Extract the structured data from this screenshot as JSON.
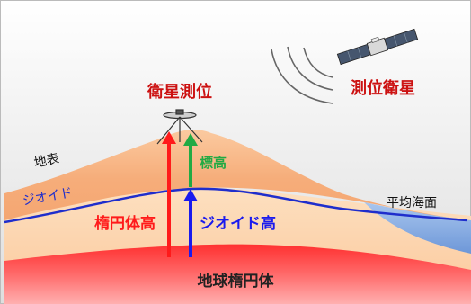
{
  "labels": {
    "satellite_positioning": "衛星測位",
    "positioning_satellite": "測位衛星",
    "ground_surface": "地表",
    "geoid_curve": "ジオイド",
    "mean_sea_level": "平均海面",
    "ellipsoidal_height": "楕円体高",
    "geoid_height": "ジオイド高",
    "orthometric_height": "標高",
    "earth_ellipsoid": "地球楕円体"
  },
  "colors": {
    "ellipsoidal_height": "#ff1a1a",
    "geoid_height": "#1a1aee",
    "orthometric_height": "#22aa44",
    "title_red": "#cc1111",
    "geoid_line": "#1f2ecc",
    "ellipsoid": "#ff2a2a",
    "sea": "#8fb4e8"
  },
  "icons": {
    "satellite": "satellite-icon",
    "receiver": "gnss-receiver-tripod-icon",
    "signal": "radio-wave-icon"
  }
}
